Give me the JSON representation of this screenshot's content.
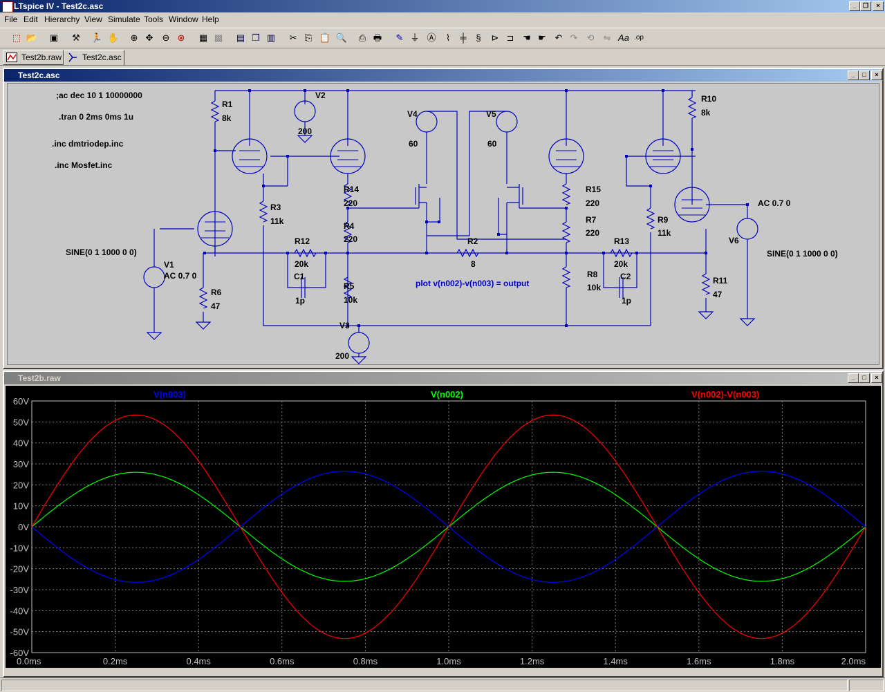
{
  "app": {
    "title": "LTspice IV - Test2c.asc"
  },
  "menu": [
    "File",
    "Edit",
    "Hierarchy",
    "View",
    "Simulate",
    "Tools",
    "Window",
    "Help"
  ],
  "toolbar_icons": [
    "new-schematic-icon",
    "open-icon",
    "save-icon",
    "control-panel-icon",
    "run-icon",
    "halt-icon",
    "zoom-in-icon",
    "pan-icon",
    "zoom-out-icon",
    "zoom-fit-icon",
    "autorange-icon",
    "grid-icon",
    "tile-horizontal-icon",
    "cascade-icon",
    "tile-vertical-icon",
    "cut-icon",
    "copy-icon",
    "paste-icon",
    "find-icon",
    "print-setup-icon",
    "print-icon",
    "wire-icon",
    "ground-icon",
    "label-icon",
    "resistor-icon",
    "capacitor-icon",
    "inductor-icon",
    "diode-icon",
    "component-icon",
    "move-icon",
    "drag-icon",
    "undo-icon",
    "redo-icon",
    "rotate-icon",
    "mirror-icon",
    "text-icon",
    "spice-directive-icon"
  ],
  "tabs": [
    {
      "label": "Test2b.raw"
    },
    {
      "label": "Test2c.asc"
    }
  ],
  "schematic": {
    "title": "Test2c.asc",
    "directives": [
      ";ac dec 10 1 10000000",
      ".tran 0 2ms 0ms 1u",
      ".inc dmtriodep.inc",
      ".inc Mosfet.inc"
    ],
    "comment": "plot v(n002)-v(n003) = output",
    "labels": {
      "R1": "R1",
      "R1v": "8k",
      "V2": "V2",
      "V2v": "200",
      "V4": "V4",
      "V4v": "60",
      "V5": "V5",
      "V5v": "60",
      "R10": "R10",
      "R10v": "8k",
      "R14": "R14",
      "R14v": "220",
      "R15": "R15",
      "R15v": "220",
      "R3": "R3",
      "R3v": "11k",
      "R4": "R4",
      "R4v": "220",
      "R7": "R7",
      "R7v": "220",
      "R9": "R9",
      "R9v": "11k",
      "R12": "R12",
      "R12v": "20k",
      "R2": "R2",
      "R2v": "8",
      "R13": "R13",
      "R13v": "20k",
      "C1": "C1",
      "C1v": "1p",
      "C2": "C2",
      "C2v": "1p",
      "R5": "R5",
      "R5v": "10k",
      "R8": "R8",
      "R8v": "10k",
      "V1": "V1",
      "V1ac": "AC 0.7 0",
      "V1sine": "SINE(0 1 1000 0 0)",
      "R6": "R6",
      "R6v": "47",
      "V6": "V6",
      "V6ac": "AC 0.7 0",
      "V6sine": "SINE(0 1 1000 0 0)",
      "R11": "R11",
      "R11v": "47",
      "V3": "V3",
      "V3v": "200"
    }
  },
  "plot": {
    "title": "Test2b.raw",
    "traces_header": [
      {
        "label": "V(n003)",
        "color": "#0000ff"
      },
      {
        "label": "V(n002)",
        "color": "#00ff00"
      },
      {
        "label": "V(n002)-V(n003)",
        "color": "#ff0000"
      }
    ]
  },
  "chart_data": {
    "type": "line",
    "xlabel": "",
    "ylabel": "",
    "xlim": [
      0,
      2.0
    ],
    "ylim": [
      -60,
      60
    ],
    "x_unit": "ms",
    "y_unit": "V",
    "xticks": [
      "0.0ms",
      "0.2ms",
      "0.4ms",
      "0.6ms",
      "0.8ms",
      "1.0ms",
      "1.2ms",
      "1.4ms",
      "1.6ms",
      "1.8ms",
      "2.0ms"
    ],
    "yticks": [
      "60V",
      "50V",
      "40V",
      "30V",
      "20V",
      "10V",
      "0V",
      "-10V",
      "-20V",
      "-30V",
      "-40V",
      "-50V",
      "-60V"
    ],
    "grid": true,
    "series": [
      {
        "name": "V(n003)",
        "color": "#0000ff",
        "waveform": "sine",
        "amplitude": -26.5,
        "frequency_khz": 1
      },
      {
        "name": "V(n002)",
        "color": "#00ff00",
        "waveform": "sine",
        "amplitude": 26,
        "frequency_khz": 1
      },
      {
        "name": "V(n002)-V(n003)",
        "color": "#ff0000",
        "waveform": "sine",
        "amplitude": 53.3,
        "frequency_khz": 1
      }
    ]
  }
}
